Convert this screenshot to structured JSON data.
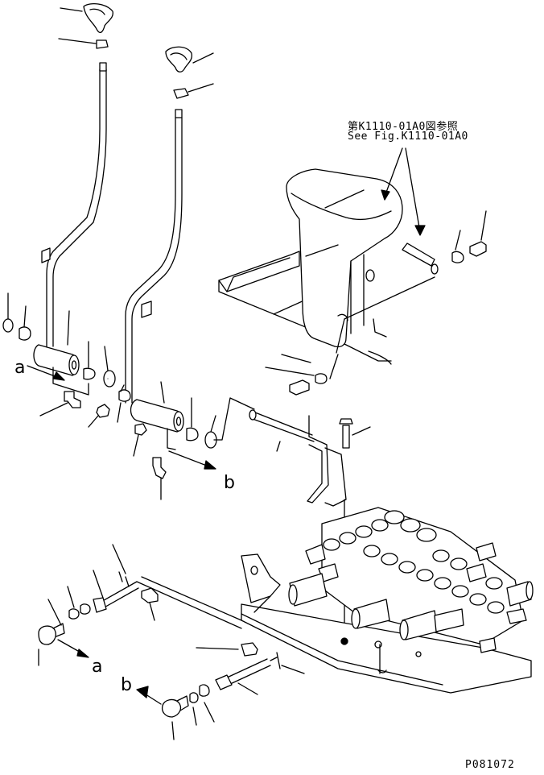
{
  "reference": {
    "japanese": "第K1110-01A0図参照",
    "english": "See Fig.K1110-01A0"
  },
  "callouts": {
    "a_top": "a",
    "b_top": "b",
    "a_bottom": "a",
    "b_bottom": "b"
  },
  "figure_id": "P081072",
  "colors": {
    "line": "#000000",
    "background": "#ffffff"
  }
}
